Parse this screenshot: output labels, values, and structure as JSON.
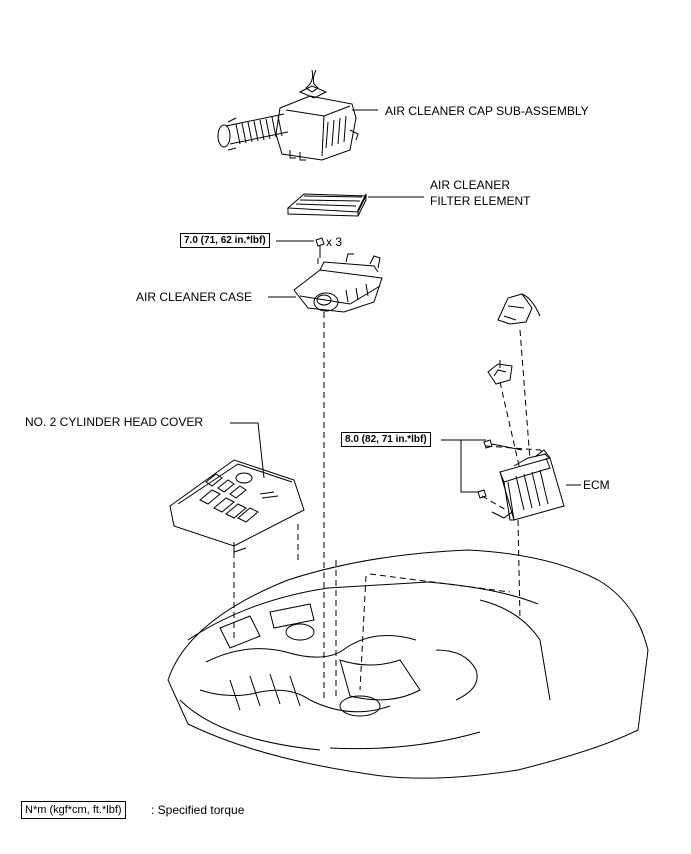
{
  "labels": {
    "air_cleaner_cap": "AIR CLEANER CAP SUB-ASSEMBLY",
    "filter_line1": "AIR CLEANER",
    "filter_line2": "FILTER ELEMENT",
    "air_cleaner_case": "AIR CLEANER CASE",
    "cylinder_head_cover": "NO. 2 CYLINDER HEAD COVER",
    "ecm": "ECM"
  },
  "torque": {
    "case_bolt": "7.0 (71, 62 in.*lbf)",
    "case_bolt_qty": "x 3",
    "ecm_bolt": "8.0 (82, 71 in.*lbf)"
  },
  "legend": {
    "unit_box": "N*m (kgf*cm, ft.*lbf)",
    "description": ": Specified torque"
  },
  "colors": {
    "line": "#000000",
    "background": "#ffffff"
  }
}
